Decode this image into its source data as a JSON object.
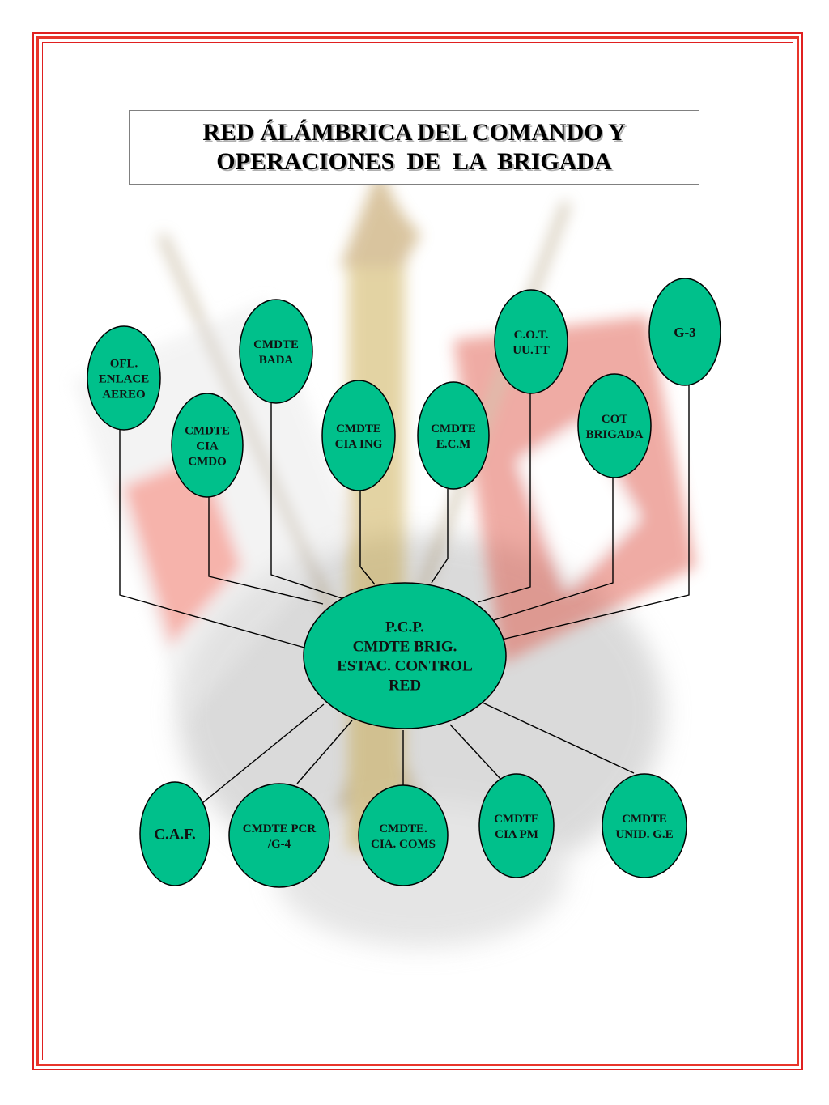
{
  "title": {
    "line1": "RED ÁLÁMBRICA DEL COMANDO Y",
    "line2": "OPERACIONES  DE  LA  BRIGADA"
  },
  "colors": {
    "node_fill": "#00c08b",
    "node_stroke": "#000000",
    "frame": "#e02020"
  },
  "nodes": {
    "center": {
      "lines": [
        "P.C.P.",
        "CMDTE BRIG.",
        "ESTAC. CONTROL",
        "RED"
      ]
    },
    "top": [
      {
        "id": "ofl-enlace-aereo",
        "lines": [
          "OFL.",
          "ENLACE",
          "AEREO"
        ]
      },
      {
        "id": "cmdte-cia-cmdo",
        "lines": [
          "CMDTE",
          "CIA",
          "CMDO"
        ]
      },
      {
        "id": "cmdte-bada",
        "lines": [
          "CMDTE",
          "BADA"
        ]
      },
      {
        "id": "cmdte-cia-ing",
        "lines": [
          "CMDTE",
          "CIA ING"
        ]
      },
      {
        "id": "cmdte-ecm",
        "lines": [
          "CMDTE",
          "E.C.M"
        ]
      },
      {
        "id": "cot-uutt",
        "lines": [
          "C.O.T.",
          "UU.TT"
        ]
      },
      {
        "id": "cot-brigada",
        "lines": [
          "COT",
          "BRIGADA"
        ]
      },
      {
        "id": "g-3",
        "lines": [
          "G-3"
        ]
      }
    ],
    "bottom": [
      {
        "id": "caf",
        "lines": [
          "C.A.F."
        ]
      },
      {
        "id": "cmdte-pcr-g4",
        "lines": [
          "CMDTE PCR",
          "/G-4"
        ]
      },
      {
        "id": "cmdte-cia-coms",
        "lines": [
          "CMDTE.",
          "CIA. COMS"
        ]
      },
      {
        "id": "cmdte-cia-pm",
        "lines": [
          "CMDTE",
          "CIA PM"
        ]
      },
      {
        "id": "cmdte-unid-ge",
        "lines": [
          "CMDTE",
          "UNID. G.E"
        ]
      }
    ]
  }
}
